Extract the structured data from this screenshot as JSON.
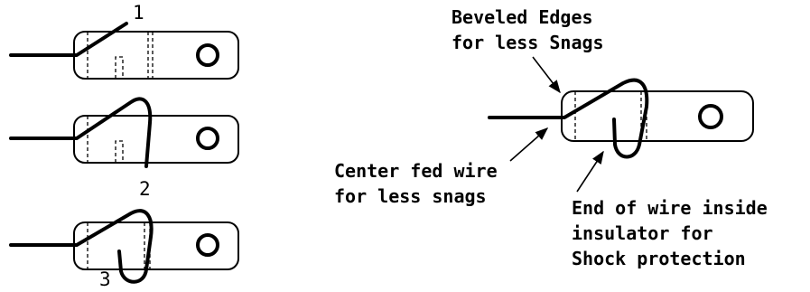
{
  "steps": [
    {
      "number": "1"
    },
    {
      "number": "2"
    },
    {
      "number": "3"
    }
  ],
  "callouts": {
    "beveled": [
      "Beveled Edges",
      "for less Snags"
    ],
    "center_fed": [
      "Center fed wire",
      "for less snags"
    ],
    "end_inside": [
      "End of wire inside",
      "insulator for",
      "Shock protection"
    ]
  }
}
